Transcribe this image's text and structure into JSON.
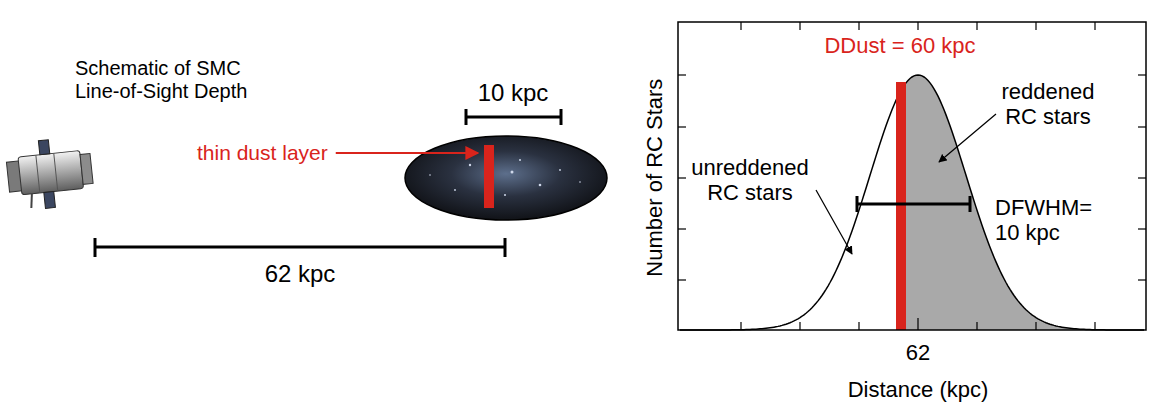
{
  "diagram": {
    "title": "Schematic of SMC Line-of-Sight Depth",
    "labels": [
      "10 kpc",
      "thin dust layer",
      "62 kpc",
      "DDust = 60 kpc",
      "reddened RC stars",
      "unreddened RC stars",
      "DFWHM= 10 kpc",
      "Number of RC Stars",
      "62",
      "Distance (kpc)"
    ]
  }
}
